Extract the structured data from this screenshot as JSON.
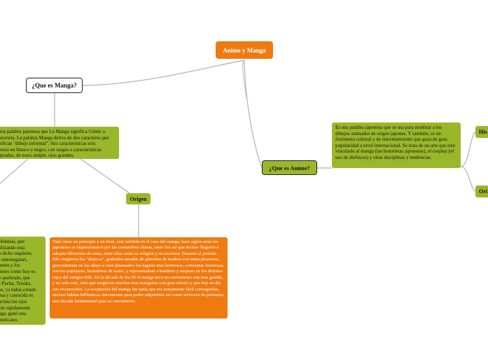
{
  "mindmap": {
    "root": {
      "label": "Anime y Manga",
      "color": "#ee7a11"
    },
    "manga": {
      "label": "¿Que es Manga?",
      "definition": "una palabra japonesa que La Manga significa Cómic o\nistorieta. La palabra Manga deriva de dos caracteres que\nnifican \"dibujo informal\". Sus características son:\npreso en blanco y negro, con rasgos o características\ngeradas, de trazo simple, ojos grandes.",
      "origen": {
        "label": "Origen",
        "text": "Todo tiene un principio y un final, este también es el caso del manga, hace siglos atrás los japoneses se impresionaron por las costumbres chinas, tanto fue así que incluso llegaron a adoptar diferentes de estas, entre ellas están su religión y su escritura. Durante el período Edo surgieron los \"ukiyo-e\", grabados sacados de planchas de madera con tema picaresco, generalmente en los ukiyo-e eran plasmados los lugares mas hermosos, cortesanas hermosas, actores populares, luchadores de sumo, y representaban a hombres y mujeres en los distritos rojos del antiguo Edo. En la década de los 50 el manga tuvo un crecimiento aun mas grande, y no solo esto, sino que surgieron muchos mas mangakas con gran talento y que hoy en día son reconocidos. La aceptación del manga fue tanta que era sumamente fácil conseguirlas, incluso habían bibliotecas únicamente para poder adquirirlas así como servicios de préstamo, una década fundamental para su crecimiento.",
        "color": "#ee7a11"
      },
      "history_partial": "Hokusai, que\ntilizando esta\nn dicho requisito.\ns emonogatari,\nneses y los\nneses como hoy es\no quebrado, que\ns Pucha, Tezuka,\nos, ya había creado\nosa y conocida es\nnclnía los ojos\nfue rápidamente\nnga, ganó una\nmericano."
    },
    "anime": {
      "label": "¿Que es Anime?",
      "definition": "Es una palabra japonesa que se usa para nombrar a los dibujos animados de origen japones. Y también, es un fenómeno cultural y de entretenimiento que goza de gran popularidad a nivel internacional. Se trata de un arte que está vinculado al manga (las historietas japonesas), el cosplay (el uso de disfraces) y otras disciplinas y tendencias.",
      "children_partial": [
        "His",
        "Ori"
      ]
    },
    "colors": {
      "green": "#9ab72a",
      "orange": "#ee7a11",
      "connector": "#b8bcc2"
    }
  }
}
